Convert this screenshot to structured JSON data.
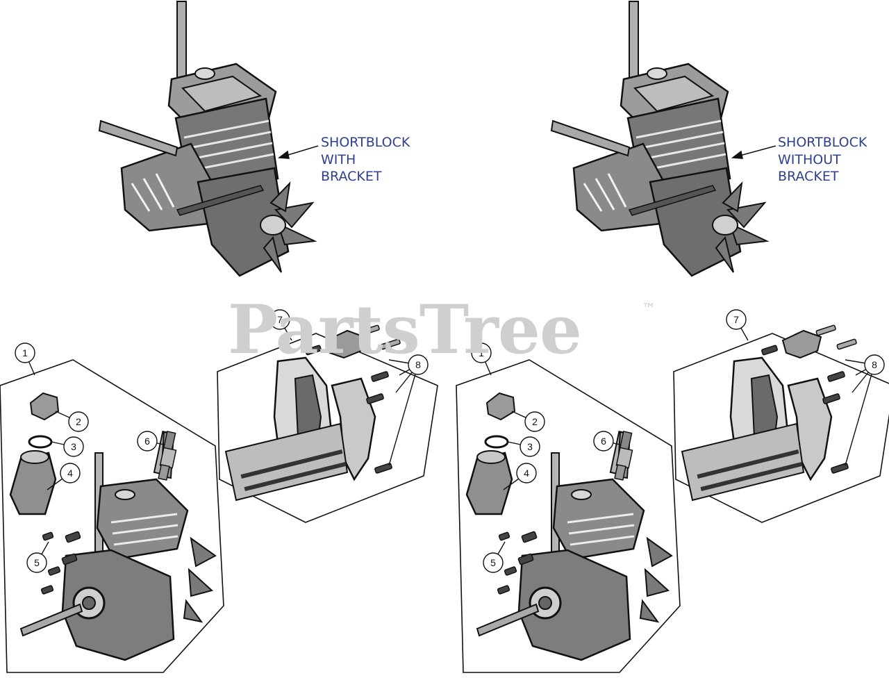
{
  "watermark": {
    "brand": "PartsTree",
    "mark": "™"
  },
  "callouts": {
    "left": [
      "SHORTBLOCK",
      "WITH",
      "BRACKET"
    ],
    "right": [
      "SHORTBLOCK",
      "WITHOUT",
      "BRACKET"
    ]
  },
  "part_numbers": [
    "1",
    "2",
    "3",
    "4",
    "5",
    "6",
    "7",
    "8"
  ],
  "colors": {
    "callout_text": "#2e3f8f",
    "watermark": "#cfcfcf",
    "line": "#111111",
    "shade": "#8c8c8c"
  }
}
